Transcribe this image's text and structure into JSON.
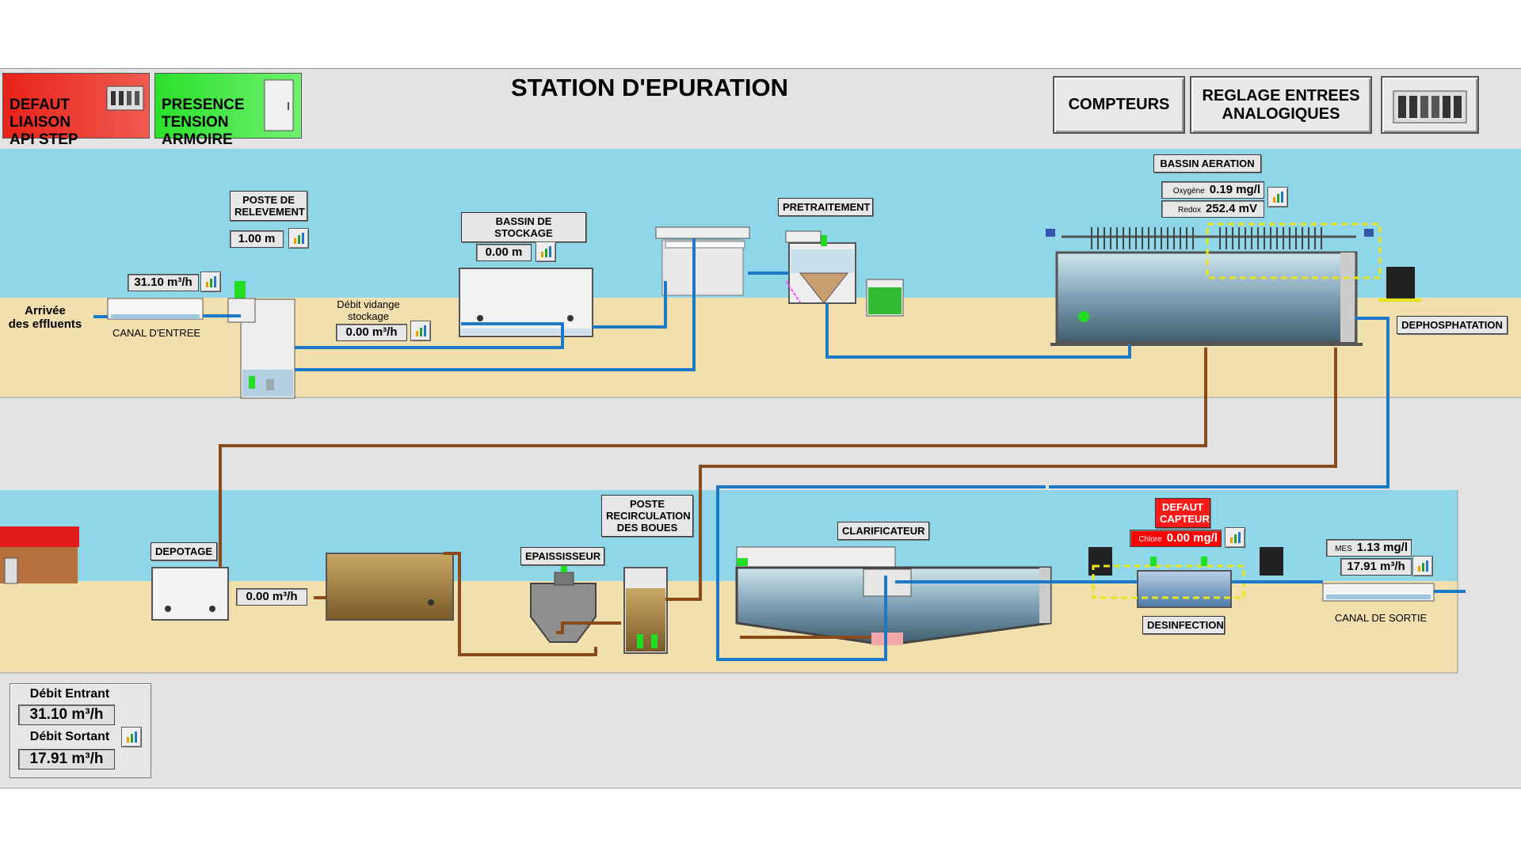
{
  "title": "STATION D'EPURATION",
  "alarms": {
    "api_link": "DEFAUT\nLIAISON\nAPI STEP",
    "cabinet_power": "PRESENCE\nTENSION\nARMOIRE"
  },
  "buttons": {
    "counters": "COMPTEURS",
    "analog_settings": "REGLAGE ENTREES\nANALOGIQUES"
  },
  "inlet": {
    "arrival": "Arrivée\ndes effluents",
    "canal_label": "CANAL D'ENTREE",
    "flow": "31.10 m³/h"
  },
  "lift_station": {
    "label": "POSTE DE\nRELEVEMENT",
    "level": "1.00 m"
  },
  "storage": {
    "label": "BASSIN DE STOCKAGE",
    "level": "0.00 m",
    "drain_label": "Débit vidange\nstockage",
    "drain_flow": "0.00 m³/h"
  },
  "pretreatment": {
    "label": "PRETRAITEMENT"
  },
  "aeration": {
    "label": "BASSIN AERATION",
    "oxygen_label": "Oxygène",
    "oxygen": "0.19 mg/l",
    "redox_label": "Redox",
    "redox": "252.4 mV"
  },
  "dephosphatation": {
    "label": "DEPHOSPHATATION"
  },
  "depotage": {
    "label": "DEPOTAGE",
    "flow": "0.00 m³/h"
  },
  "thickener": {
    "label": "EPAISSISSEUR"
  },
  "sludge_recirculation": {
    "label": "POSTE\nRECIRCULATION\nDES BOUES"
  },
  "clarifier": {
    "label": "CLARIFICATEUR"
  },
  "disinfection": {
    "label": "DESINFECTION",
    "sensor_fault": "DEFAUT\nCAPTEUR",
    "chlorine_label": "Chlore",
    "chlorine": "0.00 mg/l"
  },
  "outlet": {
    "label": "CANAL DE SORTIE",
    "mes_label": "MES",
    "mes": "1.13 mg/l",
    "flow": "17.91 m³/h"
  },
  "summary": {
    "in_label": "Débit Entrant",
    "in_value": "31.10 m³/h",
    "out_label": "Débit Sortant",
    "out_value": "17.91 m³/h"
  },
  "colors": {
    "sky": "#8fd6e8",
    "ground": "#f2dfae",
    "alarm_red": "#e8221a",
    "ok_green": "#2be02b",
    "pipe_water": "#1e78c8",
    "pipe_sludge": "#8a4a1a",
    "fault_red": "#ff0000"
  }
}
